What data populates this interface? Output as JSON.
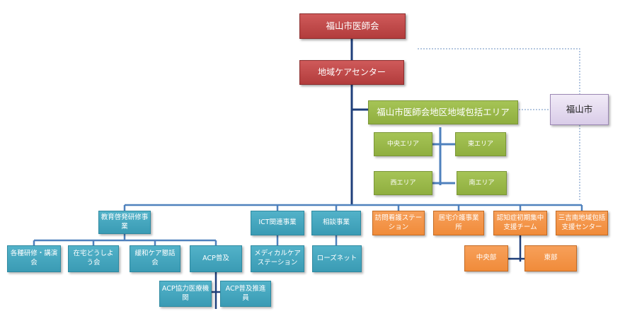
{
  "org": {
    "root": "福山市医師会",
    "center": "地域ケアセンター",
    "area_head": "福山市医師会地区地域包括エリア",
    "city": "福山市",
    "areas": [
      "中央エリア",
      "東エリア",
      "西エリア",
      "南エリア"
    ],
    "departments": [
      "教育啓発研修事業",
      "ICT関連事業",
      "相談事業",
      "訪問看護ステーション",
      "居宅介護事業所",
      "認知症初期集中支援チーム",
      "三吉南地域包括支援センター"
    ],
    "education_children": [
      "各種研修・講演会",
      "在宅どうしよう会",
      "緩和ケア懇話会",
      "ACP普及"
    ],
    "acp_children": [
      "ACP協力医療機関",
      "ACP普及推進員"
    ],
    "ict_child": "メディカルケアステーション",
    "consult_child": "ローズネット",
    "dementia_children": [
      "中央部",
      "東部"
    ]
  },
  "colors": {
    "red": "#c0504d",
    "green": "#9bbb59",
    "teal": "#4bacc6",
    "orange": "#f79646",
    "purple": "#e4dcef",
    "navy_connector": "#1f3f7a",
    "blue_connector": "#4f81bd",
    "dashed_connector": "#6a8fc0"
  }
}
